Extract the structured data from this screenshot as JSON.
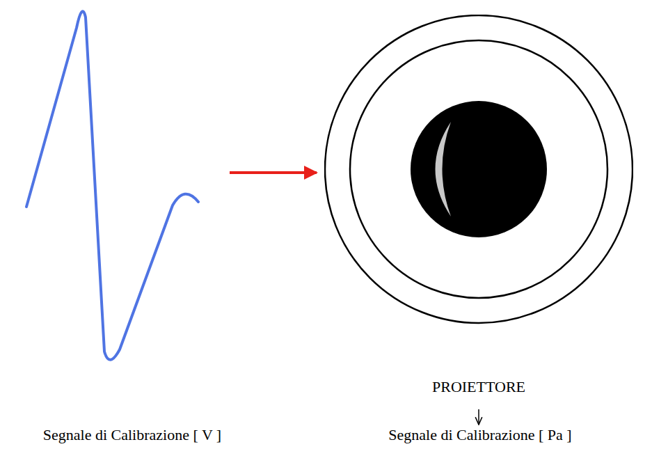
{
  "diagram": {
    "nodes": [
      {
        "text": [
          "PROIETTORE"
        ]
      }
    ],
    "labels": [
      "Segnale di Calibrazione [ V ]",
      "Segnale di Calibrazione [ Pa ]"
    ]
  }
}
